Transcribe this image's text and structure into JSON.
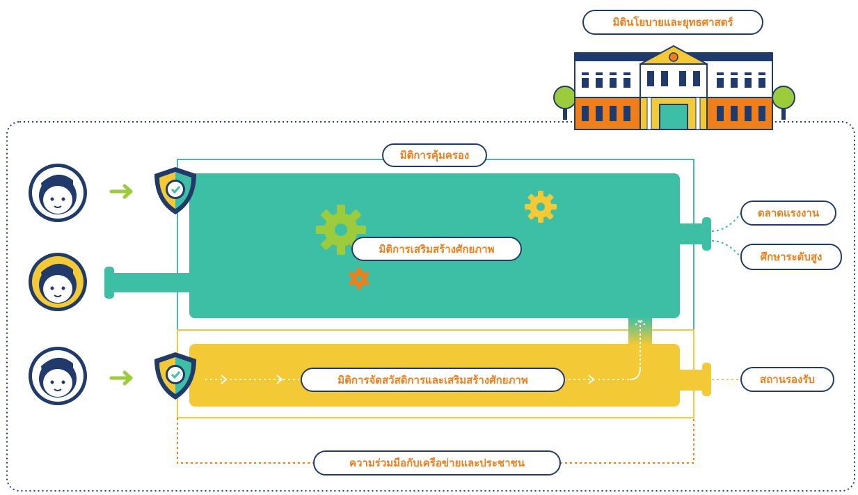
{
  "labels": {
    "policy_strategy": "มิตินโยบายและยุทธศาสตร์",
    "protection": "มิติการคุ้มครอง",
    "empowerment": "มิติการเสริมสร้างศักยภาพ",
    "welfare_empowerment": "มิติการจัดสวัสดิการและเสริมสร้างศักยภาพ",
    "network_cooperation": "ความร่วมมือกับเครือข่ายและประชาชน"
  },
  "outputs": [
    "ตลาดแรงงาน",
    "ศึกษาระดับสูง",
    "สถานรองรับ"
  ],
  "colors": {
    "teal": "#3dbfa6",
    "yellow": "#f3c935",
    "navy": "#1f3a6b",
    "orange": "#f07f1a",
    "lime": "#9ccb3b"
  },
  "icons": [
    "person-avatar-icon",
    "shield-check-icon",
    "gear-icon",
    "government-building-icon",
    "tree-icon",
    "arrow-right-icon"
  ]
}
